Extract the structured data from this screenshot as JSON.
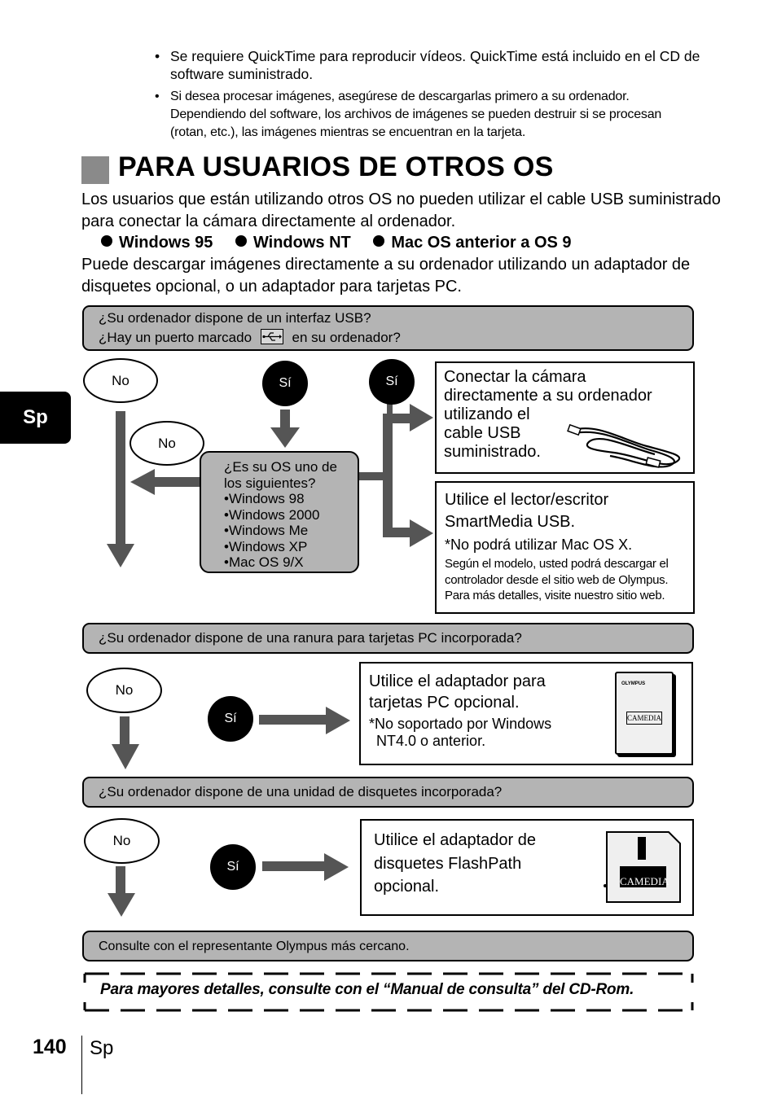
{
  "bullets": [
    "Se requiere QuickTime para reproducir vídeos. QuickTime está incluido en el CD de software suministrado.",
    "Si desea procesar imágenes, asegúrese de descargarlas primero a su ordenador. Dependiendo del software, los archivos de imágenes se pueden destruir si se procesan (rotan, etc.), las imágenes mientras se encuentran en la tarjeta."
  ],
  "heading": "PARA USUARIOS DE OTROS OS",
  "intro": "Los usuarios que están utilizando otros OS no pueden utilizar el cable USB suministrado para conectar la cámara directamente al ordenador.",
  "os_list": [
    "Windows 95",
    "Windows NT",
    "Mac OS anterior a OS 9"
  ],
  "intro2": "Puede descargar imágenes directamente a su ordenador utilizando un adaptador de disquetes opcional, o un adaptador para tarjetas PC.",
  "q1": {
    "line1": "¿Su ordenador dispone de un interfaz USB?",
    "line2_before": "¿Hay un puerto marcado",
    "line2_after": "en su ordenador?"
  },
  "labels": {
    "no": "No",
    "yes": "Sí"
  },
  "q2": {
    "lines": [
      "¿Es su OS uno de",
      "los siguientes?"
    ],
    "items": [
      "Windows 98",
      "Windows 2000",
      "Windows Me",
      "Windows XP",
      "Mac OS 9/X"
    ]
  },
  "usb_box": {
    "lines": [
      "Conectar la cámara",
      "directamente a su ordenador",
      "utilizando el",
      "cable USB",
      "suministrado."
    ]
  },
  "reader_box": {
    "lines": [
      "Utilice el lector/escritor",
      "SmartMedia USB."
    ],
    "note": "*No podrá utilizar Mac OS X.",
    "small": [
      "Según el modelo, usted podrá descargar el",
      "controlador desde el sitio web de Olympus.",
      "Para más detalles, visite nuestro sitio web."
    ]
  },
  "q3": "¿Su ordenador dispone de una ranura para tarjetas PC incorporada?",
  "pc_box": {
    "lines": [
      "Utilice el adaptador para",
      "tarjetas PC opcional."
    ],
    "note": [
      "*No soportado por Windows",
      "NT4.0 o anterior."
    ],
    "brand": "CAMEDIA",
    "maker": "OLYMPUS"
  },
  "q4": "¿Su ordenador dispone de una unidad de disquetes incorporada?",
  "fp_box": {
    "lines": [
      "Utilice el adaptador de",
      "disquetes FlashPath",
      "opcional."
    ],
    "brand": "CAMEDIA"
  },
  "q5": "Consulte con el representante Olympus más cercano.",
  "footer_note": "Para mayores detalles, consulte con el “Manual de consulta” del CD-Rom.",
  "side_tab": "Sp",
  "page_number": "140",
  "page_lang": "Sp"
}
